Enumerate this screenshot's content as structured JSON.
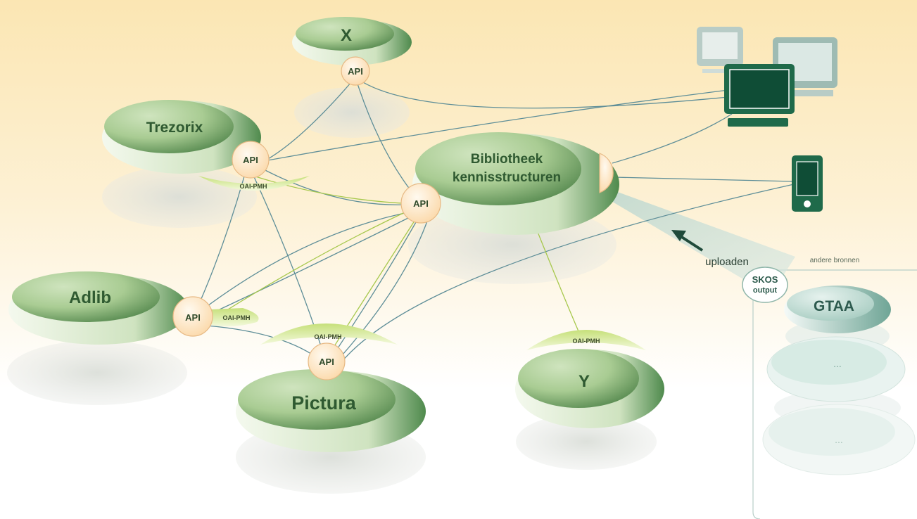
{
  "nodes": {
    "x": "X",
    "trezorix": "Trezorix",
    "bibliotheek_line1": "Bibliotheek",
    "bibliotheek_line2": "kennisstructuren",
    "adlib": "Adlib",
    "pictura": "Pictura",
    "y": "Y",
    "gtaa": "GTAA",
    "other1": "...",
    "other2": "..."
  },
  "connectors": {
    "api": "API",
    "oai_pmh": "OAI-PMH",
    "skos_line1": "SKOS",
    "skos_line2": "output"
  },
  "labels": {
    "uploaden": "uploaden",
    "andere_bronnen": "andere bronnen"
  },
  "colors": {
    "node_green": "#5e9a5c",
    "node_light": "#e8f3de",
    "api_fill": "#fde4c0",
    "api_stroke": "#e9b986",
    "link_blue": "#5a8a9a",
    "link_green": "#9bc34a",
    "device_dark": "#1f6a4a",
    "device_light": "#9ebbb3"
  },
  "icons": [
    "desktop-monitor-icon",
    "desktop-monitor-icon",
    "desktop-monitor-icon",
    "smartphone-icon",
    "upload-arrow-icon"
  ]
}
